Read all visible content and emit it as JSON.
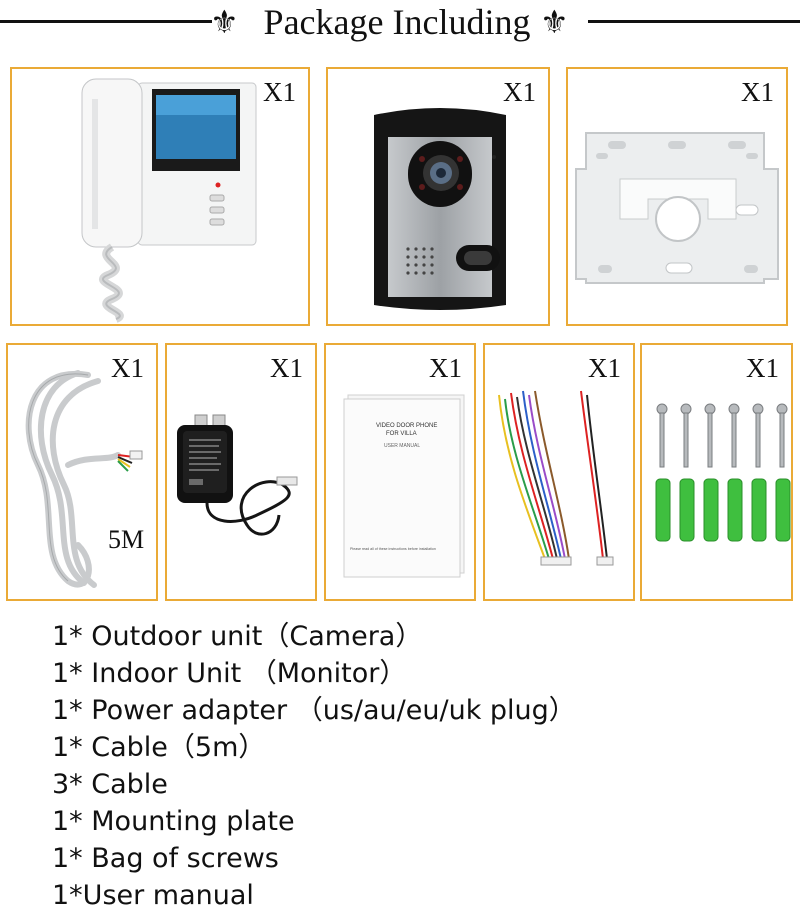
{
  "header": {
    "title": "Package Including"
  },
  "colors": {
    "frame_border": "#eaaa36",
    "text": "#111111"
  },
  "items_top": [
    {
      "name": "indoor-monitor",
      "qty": "X1"
    },
    {
      "name": "outdoor-camera",
      "qty": "X1"
    },
    {
      "name": "mounting-plate",
      "qty": "X1"
    }
  ],
  "items_bottom": [
    {
      "name": "cable-5m",
      "qty": "X1",
      "length": "5M"
    },
    {
      "name": "power-adapter",
      "qty": "X1"
    },
    {
      "name": "user-manual",
      "qty": "X1"
    },
    {
      "name": "wire-cables",
      "qty": "X1"
    },
    {
      "name": "screws-bag",
      "qty": "X1"
    }
  ],
  "manual_text": {
    "title_line1": "VIDEO DOOR PHONE",
    "title_line2": "FOR VILLA",
    "subtitle": "USER MANUAL",
    "footer": "Please read all of these instructions before installation"
  },
  "list": [
    "1* Outdoor unit（Camera）",
    "1* Indoor Unit （Monitor）",
    "1* Power adapter （us/au/eu/uk plug）",
    "1* Cable（5m）",
    "3* Cable",
    "1* Mounting plate",
    "1* Bag of screws",
    "1*User manual"
  ]
}
